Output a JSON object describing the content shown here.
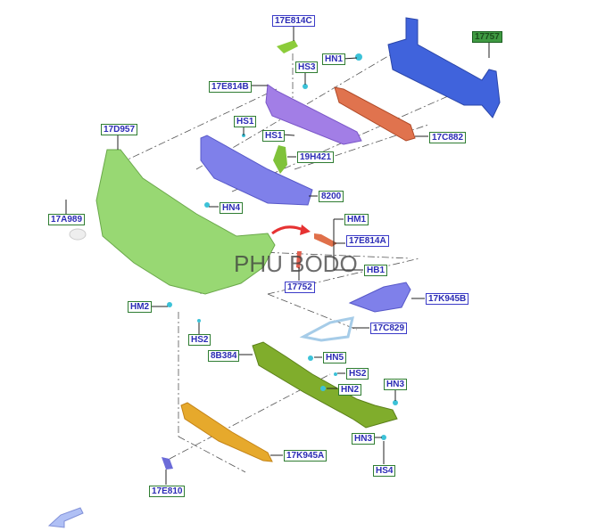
{
  "title": "Front bumper exploded parts diagram",
  "watermark": "PHU BODO",
  "colors": {
    "label_border_green": "#2f7d32",
    "label_border_blue": "#3b3bc8",
    "label_text": "#2b2bb5",
    "bumper": "#8fd46a",
    "grille": "#7b7be8",
    "absorber": "#e0704a",
    "reinforcement": "#3f5fd8",
    "undertray": "#7fae2a",
    "lower_shield": "#e6a92a",
    "clip": "#3cc2d8"
  },
  "labels": [
    {
      "text": "17E814C",
      "style": "blue"
    },
    {
      "text": "17757",
      "style": "fill"
    },
    {
      "text": "HN1",
      "style": "green"
    },
    {
      "text": "HS3",
      "style": "green"
    },
    {
      "text": "17E814B",
      "style": "green"
    },
    {
      "text": "17D957",
      "style": "green"
    },
    {
      "text": "HS1",
      "style": "green"
    },
    {
      "text": "HS1",
      "style": "green"
    },
    {
      "text": "17C882",
      "style": "green"
    },
    {
      "text": "19H421",
      "style": "green"
    },
    {
      "text": "8200",
      "style": "green"
    },
    {
      "text": "HN4",
      "style": "green"
    },
    {
      "text": "17A989",
      "style": "green"
    },
    {
      "text": "HM1",
      "style": "green"
    },
    {
      "text": "17E814A",
      "style": "blue"
    },
    {
      "text": "HB1",
      "style": "green"
    },
    {
      "text": "17752",
      "style": "blue"
    },
    {
      "text": "17K945B",
      "style": "blue"
    },
    {
      "text": "HM2",
      "style": "green"
    },
    {
      "text": "17C829",
      "style": "blue"
    },
    {
      "text": "HS2",
      "style": "green"
    },
    {
      "text": "8B384",
      "style": "green"
    },
    {
      "text": "HN5",
      "style": "green"
    },
    {
      "text": "HS2",
      "style": "green"
    },
    {
      "text": "HN2",
      "style": "green"
    },
    {
      "text": "HN3",
      "style": "green"
    },
    {
      "text": "HN3",
      "style": "green"
    },
    {
      "text": "17K945A",
      "style": "green"
    },
    {
      "text": "HS4",
      "style": "green"
    },
    {
      "text": "17E810",
      "style": "green"
    }
  ]
}
